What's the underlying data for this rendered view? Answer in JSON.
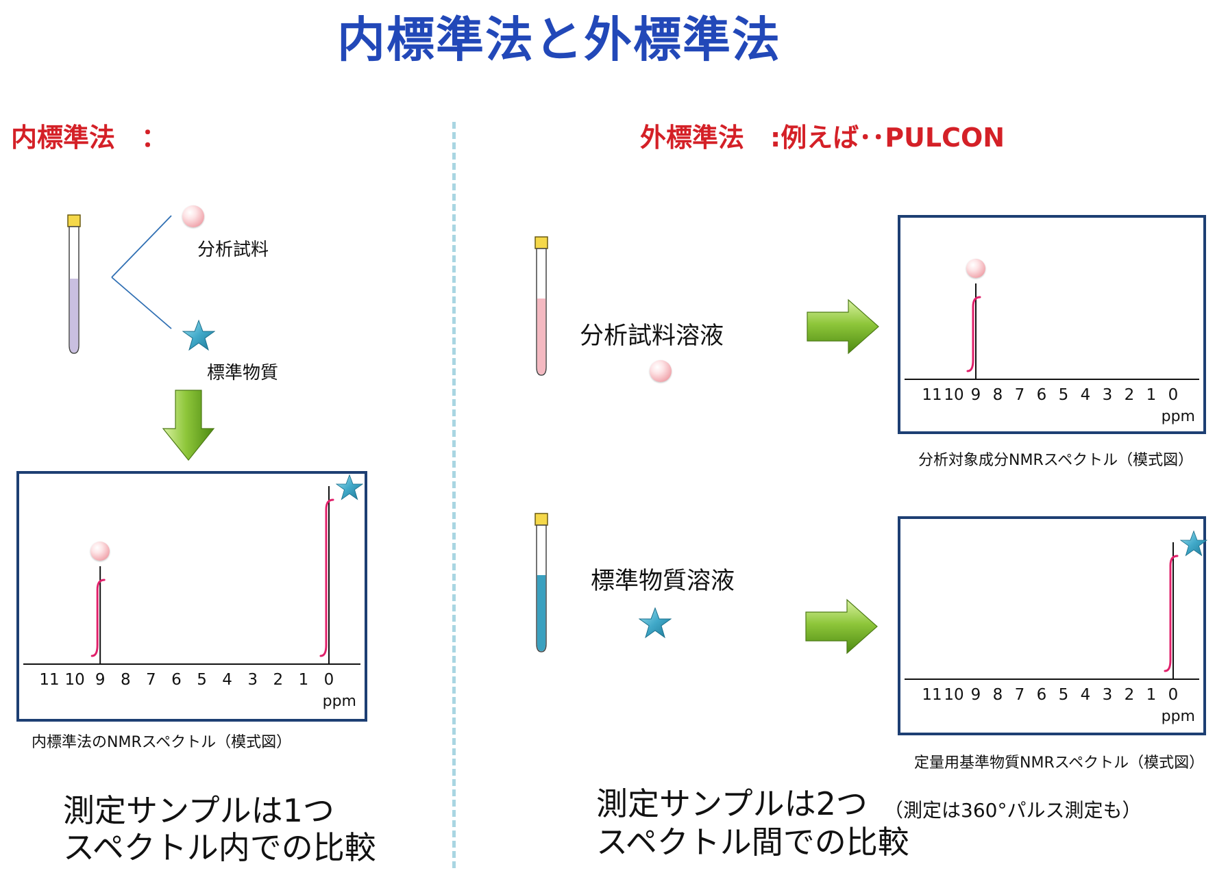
{
  "title": "内標準法と外標準法",
  "left": {
    "heading": "内標準法　：",
    "sample_label": "分析試料",
    "standard_label": "標準物質",
    "spectrum": {
      "ticks": [
        "11",
        "10",
        "9",
        "8",
        "7",
        "6",
        "5",
        "4",
        "3",
        "2",
        "1",
        "0"
      ],
      "unit": "ppm",
      "peaks": [
        {
          "ppm": 9,
          "height": 0.55,
          "marker": "sample"
        },
        {
          "ppm": 0,
          "height": 1.0,
          "marker": "standard"
        }
      ]
    },
    "caption": "内標準法のNMRスペクトル（模式図）",
    "summary_line1": "測定サンプルは1つ",
    "summary_line2": "スペクトル内での比較"
  },
  "right": {
    "heading": "外標準法　:例えば･･PULCON",
    "sample_solution_label": "分析試料溶液",
    "standard_solution_label": "標準物質溶液",
    "spectrum_top": {
      "ticks": [
        "11",
        "10",
        "9",
        "8",
        "7",
        "6",
        "5",
        "4",
        "3",
        "2",
        "1",
        "0"
      ],
      "unit": "ppm",
      "peaks": [
        {
          "ppm": 9,
          "height": 1.0,
          "marker": "sample"
        }
      ]
    },
    "caption_top": "分析対象成分NMRスペクトル（模式図）",
    "spectrum_bottom": {
      "ticks": [
        "11",
        "10",
        "9",
        "8",
        "7",
        "6",
        "5",
        "4",
        "3",
        "2",
        "1",
        "0"
      ],
      "unit": "ppm",
      "peaks": [
        {
          "ppm": 0,
          "height": 1.0,
          "marker": "standard"
        }
      ]
    },
    "caption_bottom": "定量用基準物質NMRスペクトル（模式図）",
    "summary_line1": "測定サンプルは2つ",
    "summary_note": "（測定は360°パルス測定も）",
    "summary_line2": "スペクトル間での比較"
  },
  "colors": {
    "title": "#2248b8",
    "heading": "#d42027",
    "frame": "#1d3f73",
    "integral": "#e0206a",
    "arrow": "#7fbf1f",
    "star": "#3fa9c8",
    "divider": "#a9d6e2",
    "tube_left_fill": "#c9bfe0",
    "tube_sample_fill": "#f4b9c1",
    "tube_standard_fill": "#3aa0bf"
  }
}
